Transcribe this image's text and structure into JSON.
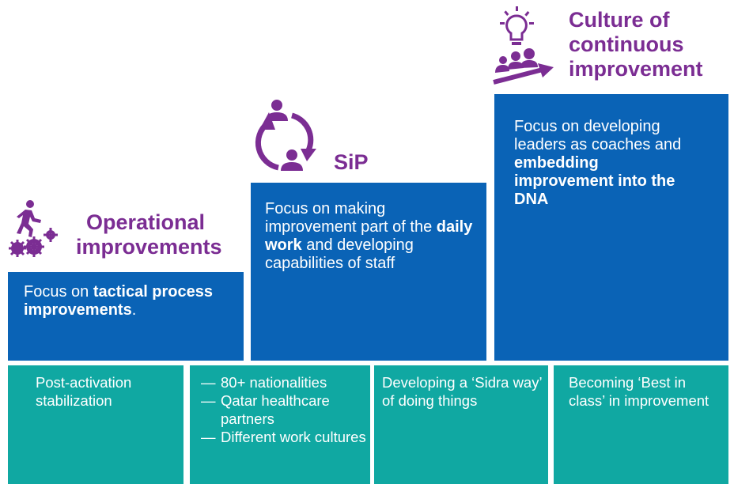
{
  "colors": {
    "purple": "#7b2d93",
    "blue": "#0a63b6",
    "teal": "#10a8a2",
    "white": "#ffffff"
  },
  "stages": [
    {
      "heading_line1": "Operational",
      "heading_line2": "improvements",
      "icon": "runner-gears-icon",
      "focus_pre": "Focus on ",
      "focus_bold": "tactical process improvements",
      "focus_post": "."
    },
    {
      "heading_line1": "SiP",
      "icon": "people-cycle-icon",
      "focus_pre": "Focus on making improvement part of the ",
      "focus_bold": "daily work",
      "focus_post": " and developing capabilities of staff"
    },
    {
      "heading_line1": "Culture of",
      "heading_line2": "continuous",
      "heading_line3": "improvement",
      "icon": "lightbulb-team-icon",
      "focus_pre": "Focus on developing leaders as coaches and ",
      "focus_bold": "embedding improvement into the DNA",
      "focus_post": ""
    }
  ],
  "bottom": [
    {
      "text": "Post-activation stabilization"
    },
    {
      "dash": "—",
      "items": [
        "80+ nationalities",
        "Qatar healthcare partners",
        "Different work cultures"
      ]
    },
    {
      "text": "Developing a ‘Sidra way’ of doing things"
    },
    {
      "text": "Becoming ‘Best in class’ in improvement"
    }
  ]
}
